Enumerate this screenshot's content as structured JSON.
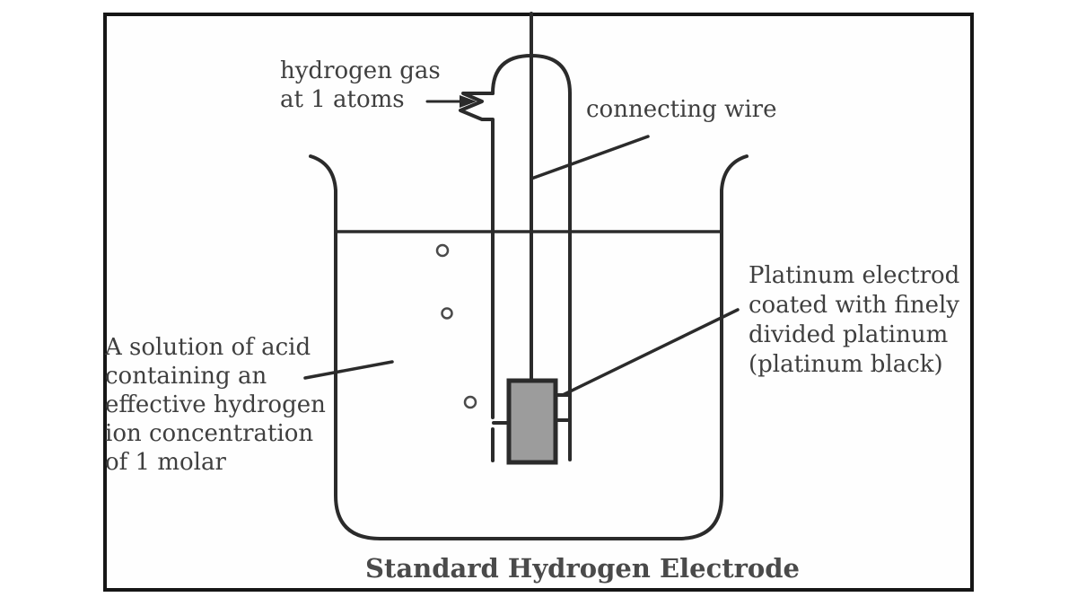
{
  "colors": {
    "line": "#2b2b2b",
    "electrode_fill": "#9c9c9c",
    "text": "#3f3f3f",
    "background": "#ffffff"
  },
  "figure": {
    "caption": "Standard Hydrogen Electrode"
  },
  "labels": {
    "hydrogen_gas": {
      "lines": [
        "hydrogen gas",
        "at 1 atoms"
      ]
    },
    "connecting_wire": {
      "text": "connecting wire"
    },
    "platinum_electrode": {
      "lines": [
        "Platinum electrod",
        "coated with finely",
        "divided platinum",
        "(platinum black)"
      ]
    },
    "acid_solution": {
      "lines": [
        "A solution of acid",
        "containing an",
        "effective hydrogen",
        "ion concentration",
        "of 1 molar"
      ]
    }
  },
  "diagram": {
    "parts": [
      "beaker",
      "liquid-surface",
      "hydrogen-gas-tube",
      "gas-inlet-break",
      "gas-inlet-arrow",
      "connecting-wire",
      "platinum-electrode",
      "gas-bubbles"
    ],
    "bubble_count": 3
  }
}
